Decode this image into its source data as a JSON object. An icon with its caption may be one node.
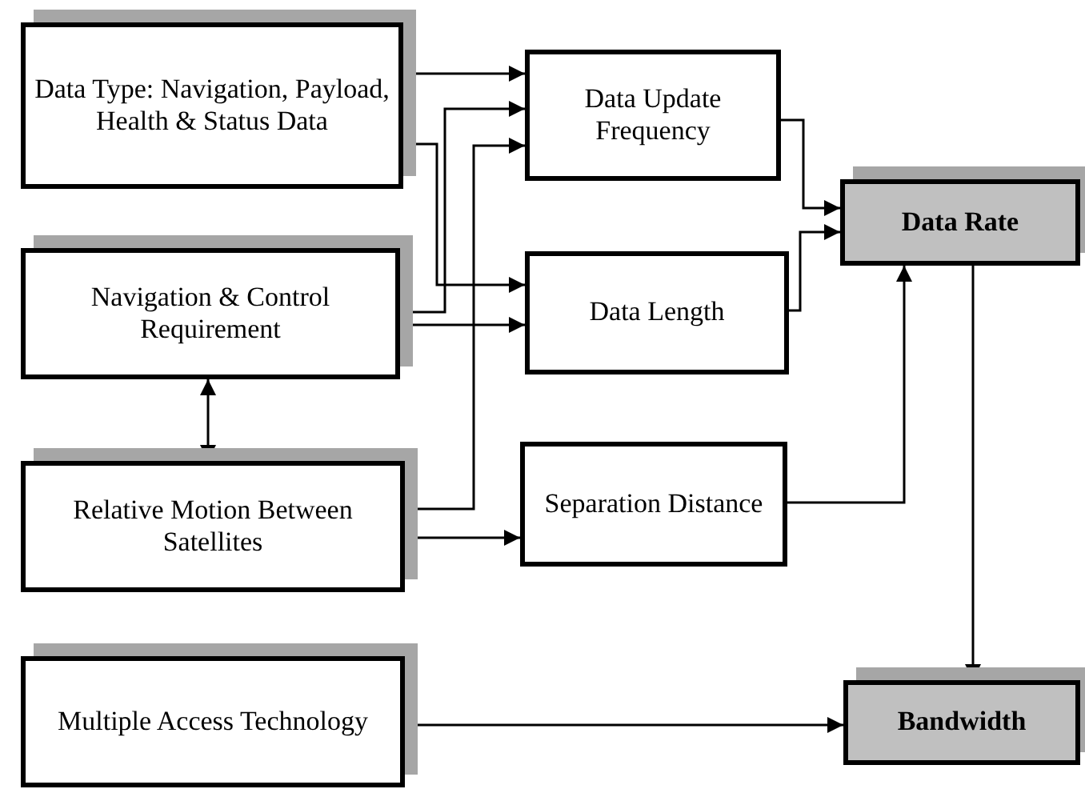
{
  "diagram": {
    "nodes": [
      {
        "text": [
          "Data Type: Navigation, Payload, Health & Status Data"
        ]
      },
      {
        "text": [
          "Navigation & Control Requirement"
        ]
      },
      {
        "text": [
          "Relative Motion Between Satellites"
        ]
      },
      {
        "text": [
          "Multiple Access Technology"
        ]
      },
      {
        "text": [
          "Data Update Frequency"
        ]
      },
      {
        "text": [
          "Data Length"
        ]
      },
      {
        "text": [
          "Separation Distance"
        ]
      },
      {
        "text": [
          "Data Rate"
        ]
      },
      {
        "text": [
          "Bandwidth"
        ]
      }
    ],
    "edges": [
      {
        "from": 0,
        "to": 4,
        "arrow": "to"
      },
      {
        "from": 1,
        "to": 4,
        "arrow": "to"
      },
      {
        "from": 2,
        "to": 4,
        "arrow": "to"
      },
      {
        "from": 0,
        "to": 5,
        "arrow": "to"
      },
      {
        "from": 1,
        "to": 5,
        "arrow": "to"
      },
      {
        "from": 2,
        "to": 6,
        "arrow": "to"
      },
      {
        "from": 4,
        "to": 7,
        "arrow": "to"
      },
      {
        "from": 5,
        "to": 7,
        "arrow": "to"
      },
      {
        "from": 6,
        "to": 7,
        "arrow": "to"
      },
      {
        "from": 7,
        "to": 8,
        "arrow": "to"
      },
      {
        "from": 3,
        "to": 8,
        "arrow": "to"
      },
      {
        "from": 1,
        "to": 2,
        "arrow": "both"
      }
    ]
  }
}
